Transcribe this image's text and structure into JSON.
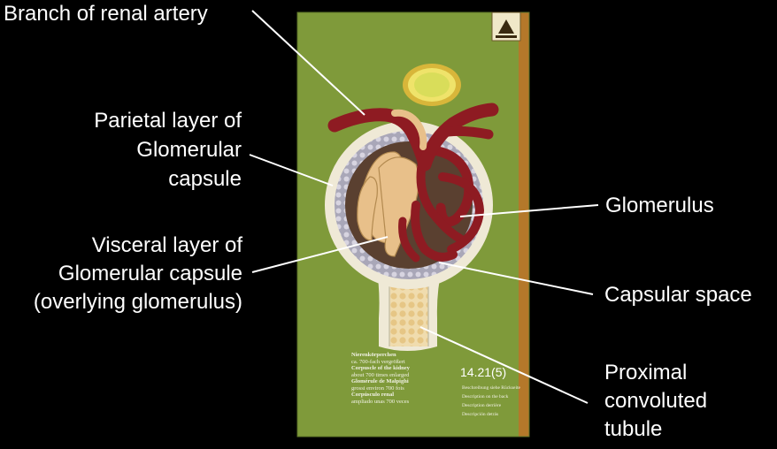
{
  "labels": {
    "branch_renal_artery": "Branch of renal artery",
    "parietal_line1": "Parietal layer of",
    "parietal_line2": "Glomerular",
    "parietal_line3": "capsule",
    "glomerulus": "Glomerulus",
    "visceral_line1": "Visceral layer of",
    "visceral_line2": "Glomerular capsule",
    "visceral_line3": "(overlying glomerulus)",
    "capsular_space": "Capsular space",
    "proximal_line1": "Proximal",
    "proximal_line2": "convoluted",
    "proximal_line3": "tubule"
  },
  "plaque": {
    "de_title": "Nierenkörperchen",
    "de_sub": "ca. 700-fach vergrößert",
    "en_title": "Corpuscle of the kidney",
    "en_sub": "about 700 times enlarged",
    "fr_title": "Glomérule de Malpighi",
    "fr_sub": "grossi environ 700 fois",
    "es_title": "Corpúsculo renal",
    "es_sub": "ampliado unas 700 veces",
    "model_code": "14.21(5)",
    "notes": [
      "Beschreibung siehe Rückseite",
      "Description on the back",
      "Description derrière",
      "Descripción detrás"
    ]
  },
  "colors": {
    "background": "#000000",
    "board": "#7f9a3a",
    "capsule_outer": "#efe9d6",
    "capsule_cells": "#b6b3c4",
    "vessel": "#8e1b22",
    "tubule": "#e8c08a",
    "leader_line": "#ffffff"
  }
}
